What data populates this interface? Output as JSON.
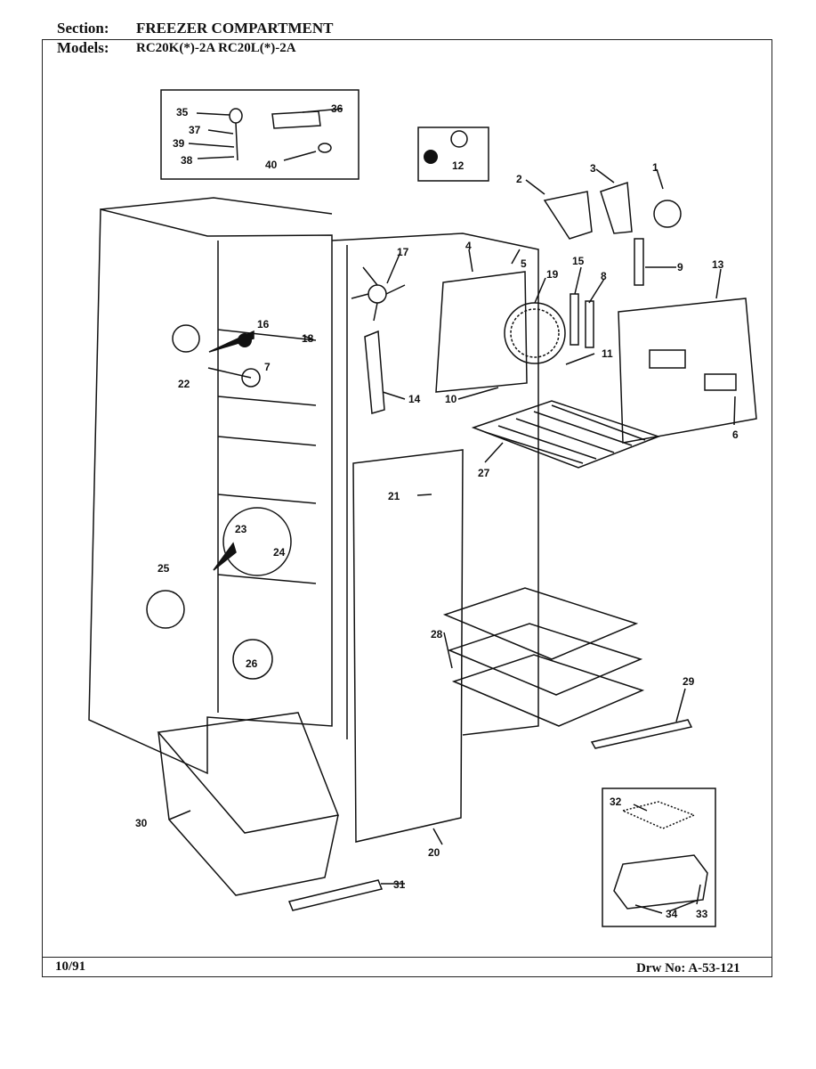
{
  "header": {
    "section_label": "Section:",
    "section_value": "FREEZER COMPARTMENT",
    "models_label": "Models:",
    "models_value": "RC20K(*)-2A  RC20L(*)-2A"
  },
  "footer": {
    "date": "10/91",
    "drawing_number": "Drw No: A-53-121"
  },
  "callouts": {
    "c1": "1",
    "c2": "2",
    "c3": "3",
    "c4": "4",
    "c5": "5",
    "c6": "6",
    "c7": "7",
    "c8": "8",
    "c9": "9",
    "c10": "10",
    "c11": "11",
    "c12": "12",
    "c13": "13",
    "c14": "14",
    "c15": "15",
    "c16": "16",
    "c17": "17",
    "c18": "18",
    "c19": "19",
    "c20": "20",
    "c21": "21",
    "c22": "22",
    "c23": "23",
    "c24": "24",
    "c25": "25",
    "c26": "26",
    "c27": "27",
    "c28": "28",
    "c29": "29",
    "c30": "30",
    "c31": "31",
    "c32": "32",
    "c33": "33",
    "c34": "34",
    "c35": "35",
    "c36": "36",
    "c37": "37",
    "c38": "38",
    "c39": "39",
    "c40": "40"
  },
  "colors": {
    "ink": "#111111",
    "paper": "#ffffff"
  }
}
